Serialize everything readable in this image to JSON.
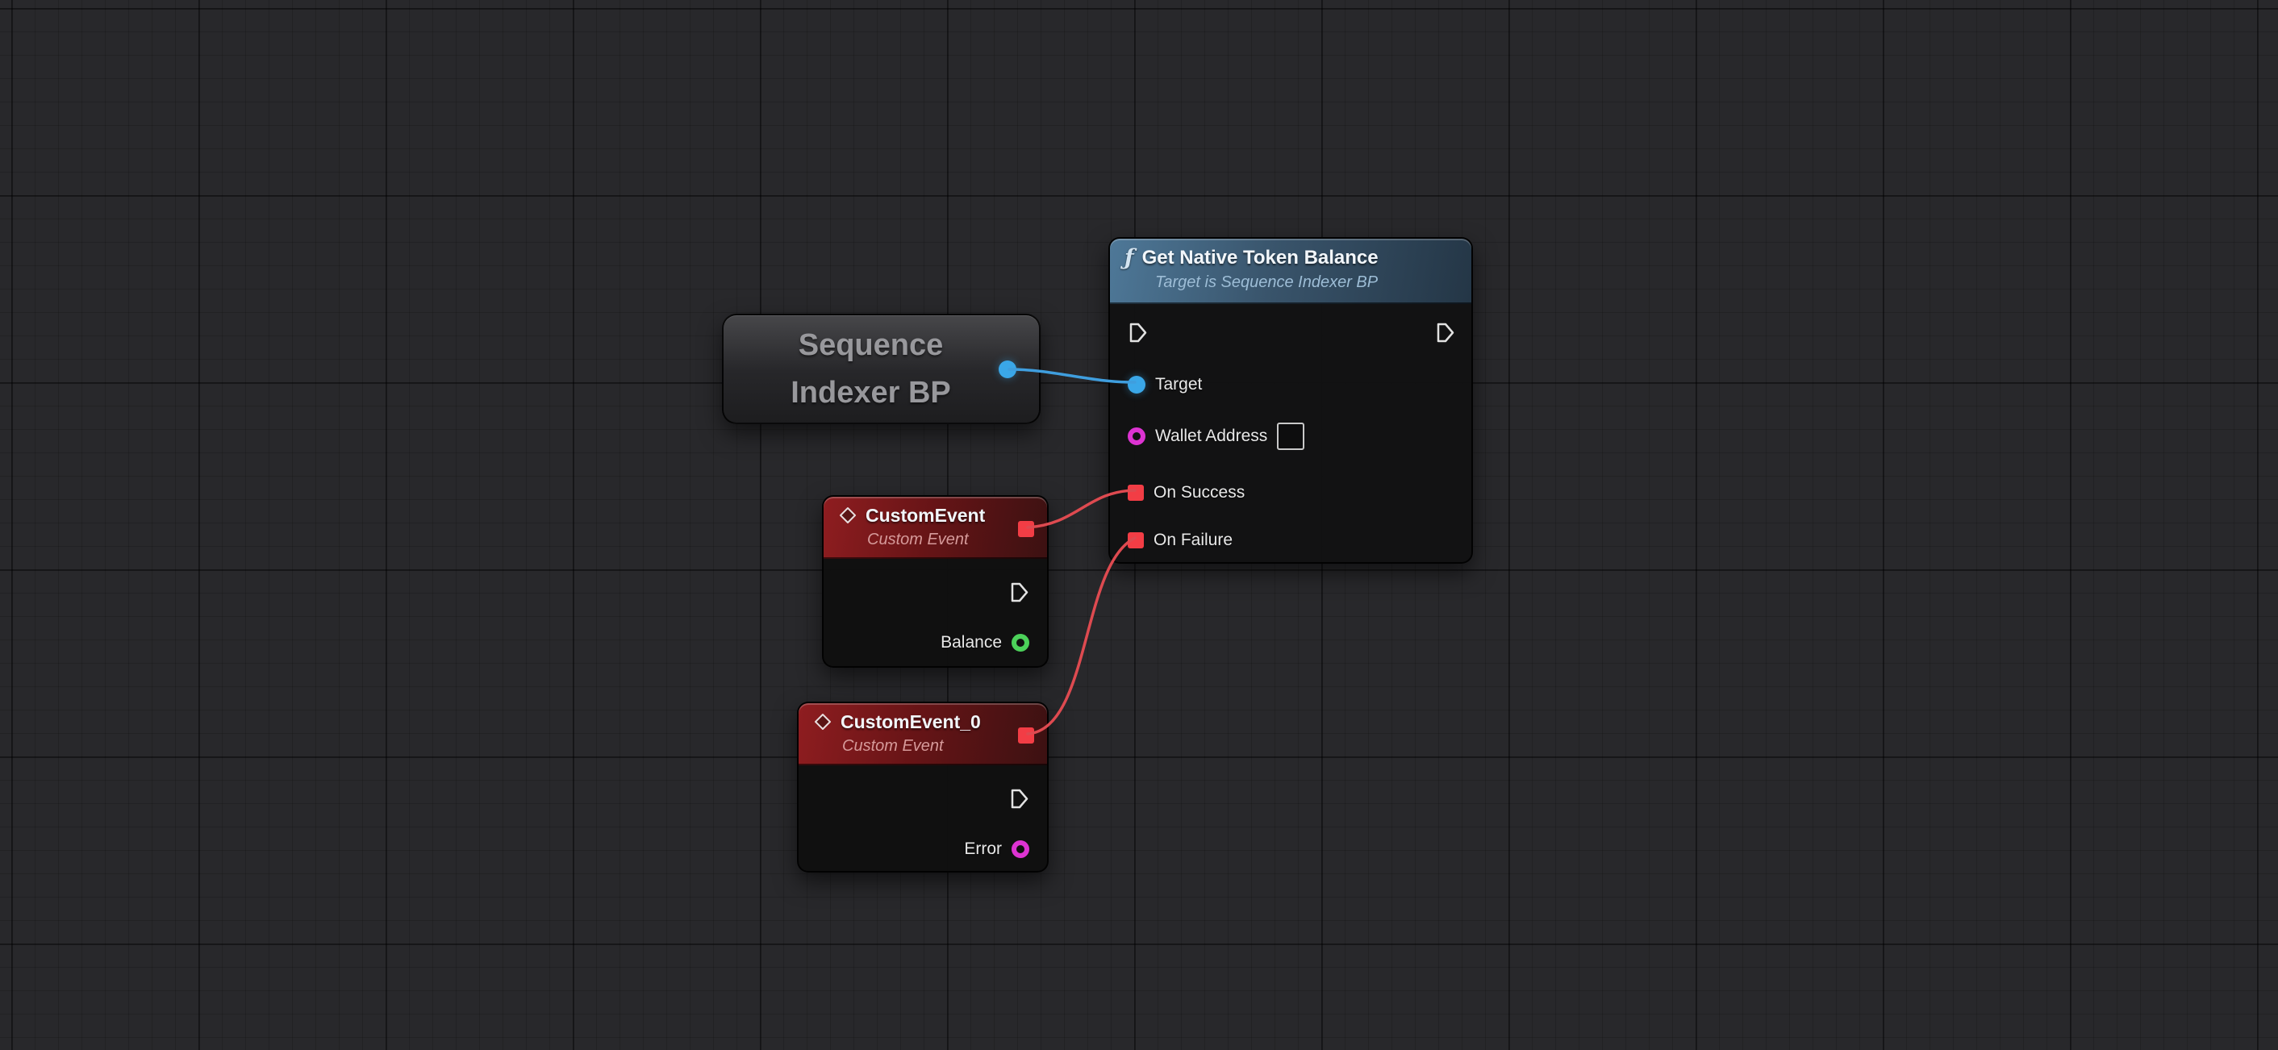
{
  "colors": {
    "function_header": "#4e7898",
    "event_header": "#8f1d20",
    "exec_pin": "#e2e2e2",
    "delegate_pin": "#f23d45",
    "object_pin": "#3aa7e8",
    "string_pin": "#dd33d2",
    "number_pin": "#4cd15a",
    "wire_red": "#de4a50",
    "wire_blue": "#3f9ede",
    "canvas_bg": "#28282b"
  },
  "graph": {
    "variable_node": {
      "line1": "Sequence",
      "line2": "Indexer BP"
    },
    "function_node": {
      "icon": "ƒ",
      "title": "Get Native Token Balance",
      "subtitle": "Target is Sequence Indexer BP",
      "pins": {
        "target": "Target",
        "wallet_address": "Wallet Address",
        "wallet_address_value": "",
        "on_success": "On Success",
        "on_failure": "On Failure"
      }
    },
    "event_node_1": {
      "title": "CustomEvent",
      "subtitle": "Custom Event",
      "output_pin": "Balance"
    },
    "event_node_2": {
      "title": "CustomEvent_0",
      "subtitle": "Custom Event",
      "output_pin": "Error"
    },
    "connections": [
      {
        "from": "Sequence Indexer BP (output)",
        "to": "Get Native Token Balance.Target"
      },
      {
        "from": "CustomEvent (delegate)",
        "to": "Get Native Token Balance.On Success"
      },
      {
        "from": "CustomEvent_0 (delegate)",
        "to": "Get Native Token Balance.On Failure"
      }
    ]
  }
}
